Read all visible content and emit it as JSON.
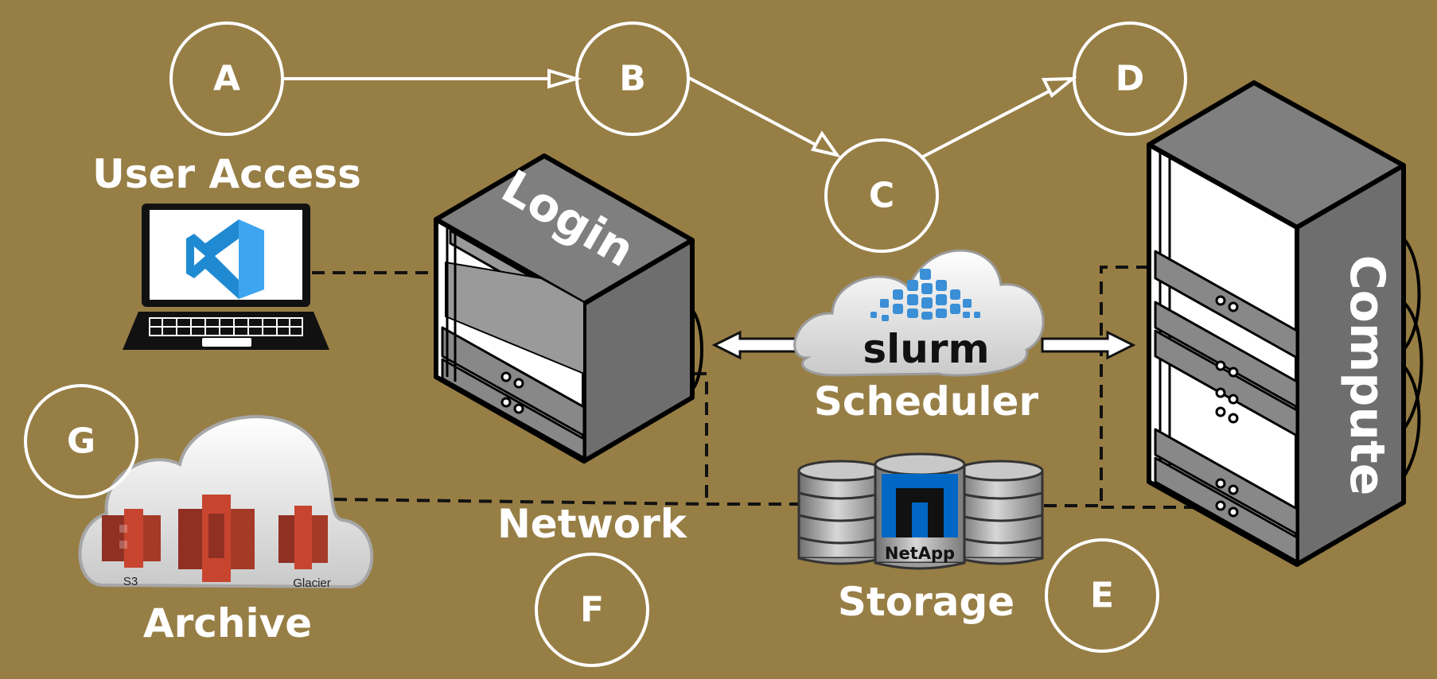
{
  "colors": {
    "background": "#977e45",
    "line": "#ffffff",
    "rack_top": "#7f7f7f",
    "rack_side": "#6e6e6e",
    "vscode_blue": "#1f8ad2",
    "netapp_blue": "#0067c5",
    "aws_red": "#c7452f",
    "slurm_blue": "#3a8fd6"
  },
  "steps": [
    {
      "id": "A",
      "label": "A"
    },
    {
      "id": "B",
      "label": "B"
    },
    {
      "id": "C",
      "label": "C"
    },
    {
      "id": "D",
      "label": "D"
    },
    {
      "id": "E",
      "label": "E"
    },
    {
      "id": "F",
      "label": "F"
    },
    {
      "id": "G",
      "label": "G"
    }
  ],
  "labels": {
    "user_access": "User Access",
    "login": "Login",
    "compute": "Compute",
    "scheduler": "Scheduler",
    "storage": "Storage",
    "network": "Network",
    "archive": "Archive"
  },
  "logos": {
    "slurm": "slurm",
    "netapp": "NetApp",
    "s3": "S3",
    "glacier": "Glacier"
  },
  "icons": [
    "laptop-icon",
    "vscode-logo",
    "login-server-rack",
    "compute-server-rack",
    "slurm-cloud-logo",
    "netapp-storage-icon",
    "aws-archive-cloud-icon"
  ]
}
